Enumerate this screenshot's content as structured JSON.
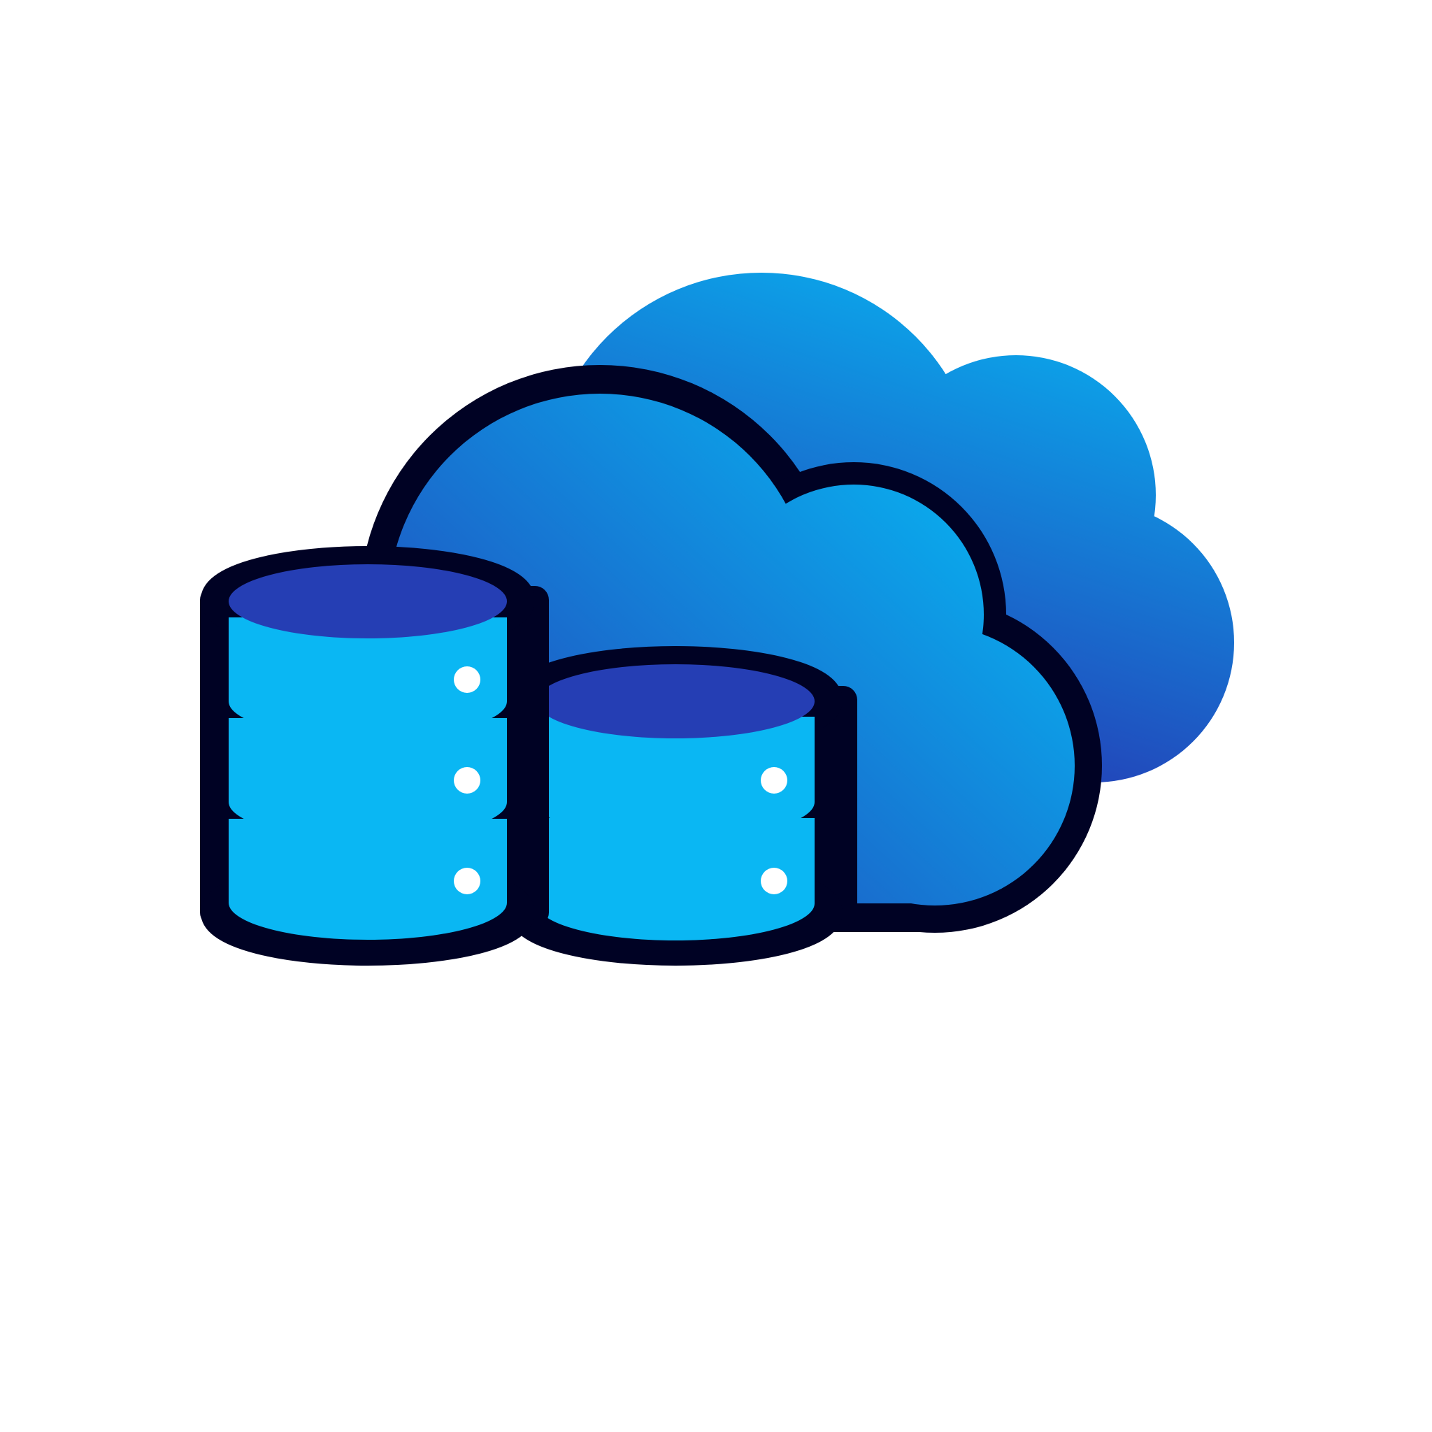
{
  "illustration": {
    "subject": "cloud-database-icon",
    "background_color": "#ffffff",
    "outline_color": "#000224",
    "cloud_gradient_light": "#0aa9ec",
    "cloud_gradient_dark": "#253ab4",
    "cylinder_body_color": "#0ab7f3",
    "cylinder_top_color": "#253eb4",
    "indicator_color": "#ffffff",
    "database_stacks": [
      {
        "name": "left-stack",
        "disk_count": 3
      },
      {
        "name": "right-stack",
        "disk_count": 2
      }
    ]
  }
}
